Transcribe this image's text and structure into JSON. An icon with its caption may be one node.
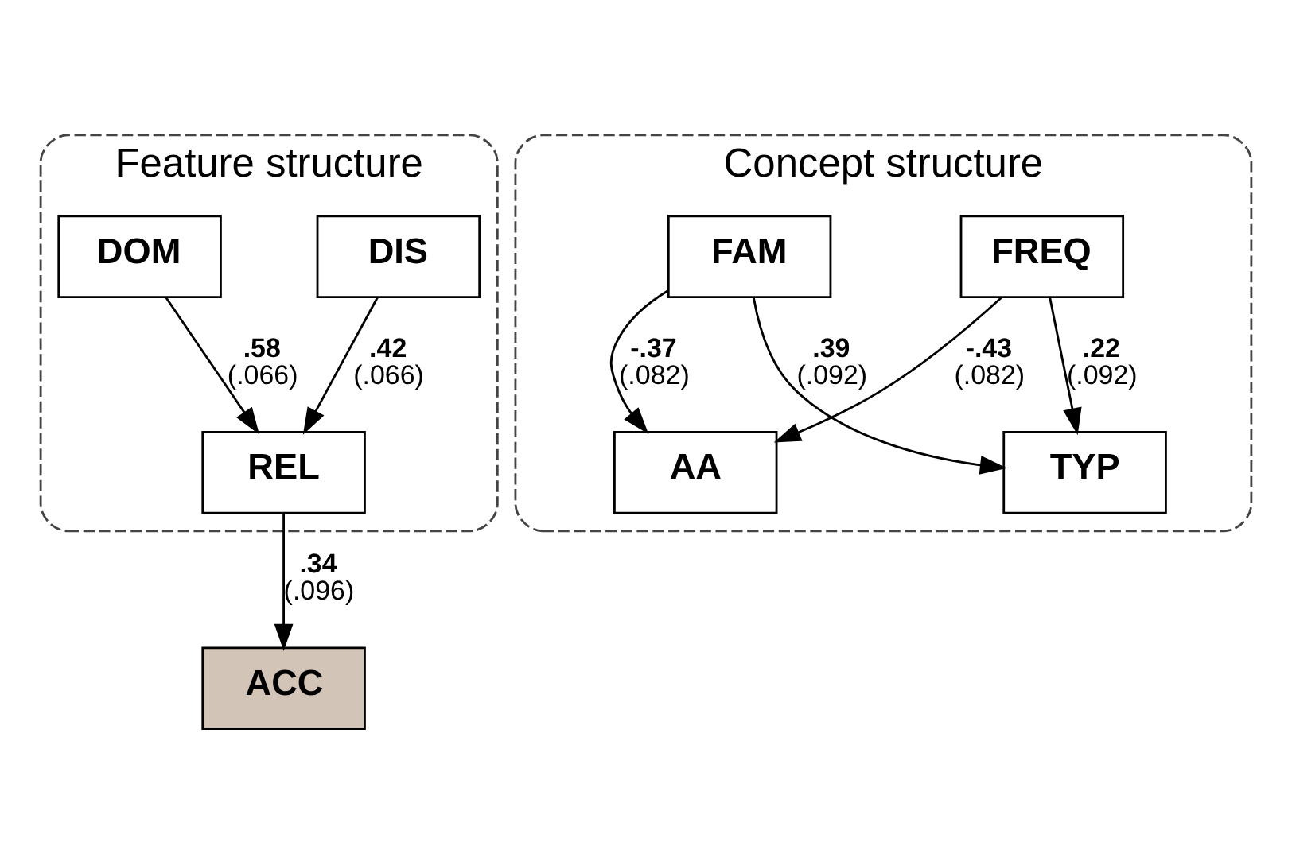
{
  "diagram": {
    "nodes": [
      {
        "text": [
          "Feature structure"
        ]
      },
      {
        "text": [
          "DIS"
        ],
        "in": 0
      },
      {
        "text": [
          "REL"
        ],
        "in": 0
      },
      {
        "text": [
          "DOM"
        ],
        "in": 0
      },
      {
        "text": [
          "ACC"
        ]
      },
      {
        "text": [
          "Concept structure"
        ]
      },
      {
        "text": [
          "FREQ"
        ],
        "in": 5
      },
      {
        "text": [
          "AA"
        ],
        "in": 5
      },
      {
        "text": [
          "TYP"
        ],
        "in": 5
      },
      {
        "text": [
          "FAM"
        ],
        "in": 5
      }
    ],
    "edges": [
      {
        "from": 1,
        "to": 2,
        "arrow": "to",
        "label": "**.42** (.066)"
      },
      {
        "from": 3,
        "to": 2,
        "arrow": "to",
        "label": "**.58** (.066)"
      },
      {
        "from": 2,
        "to": 4,
        "arrow": "to",
        "label": "**.34** (.096)"
      },
      {
        "from": 6,
        "to": 7,
        "arrow": "to",
        "label": "**-.43** (.082)"
      },
      {
        "from": 6,
        "to": 8,
        "arrow": "to",
        "label": "**.22** (.092)"
      },
      {
        "from": 9,
        "to": 8,
        "arrow": "to",
        "label": "**.39** (.092)"
      },
      {
        "from": 9,
        "to": 7,
        "arrow": "to",
        "label": "**-.37** (.082)"
      }
    ]
  }
}
